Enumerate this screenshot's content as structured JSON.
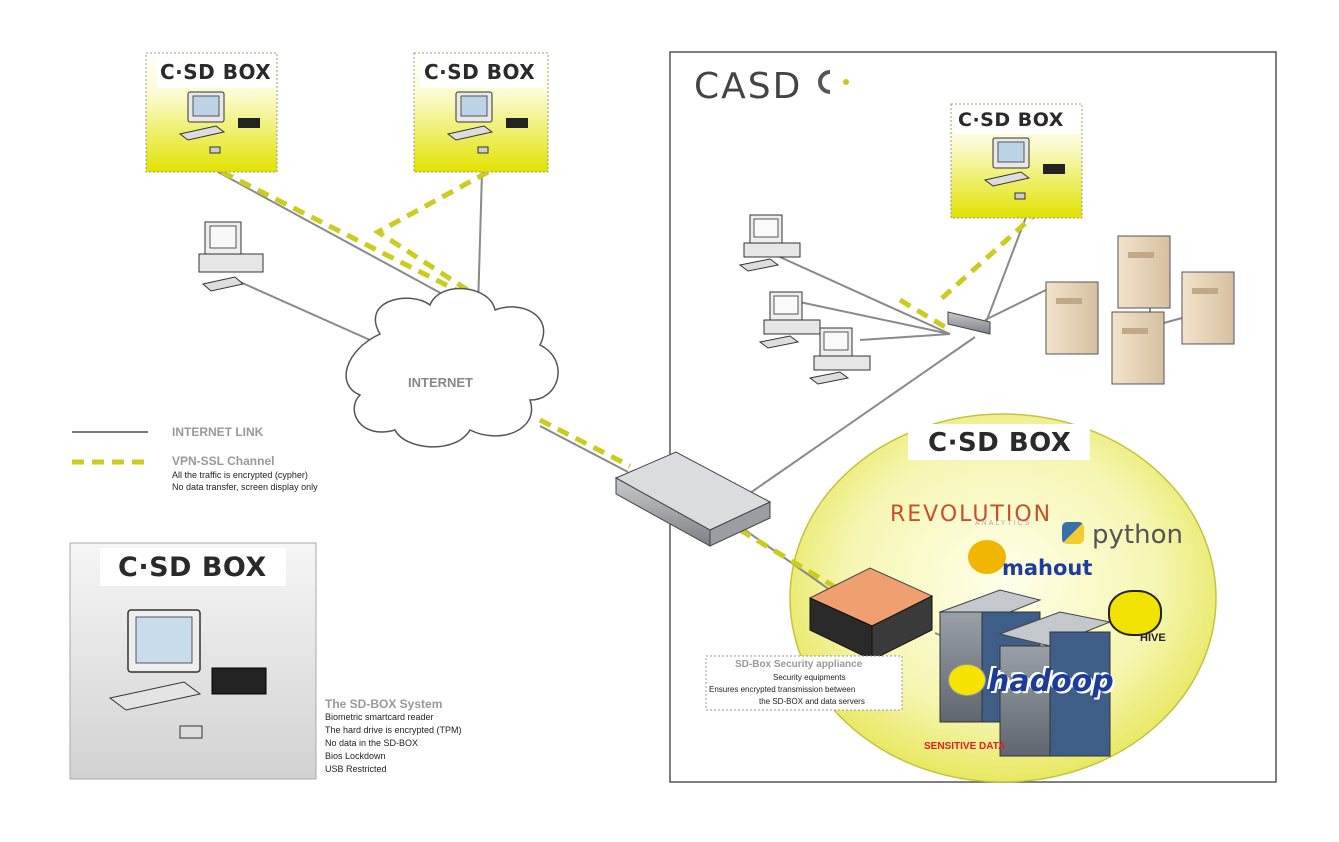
{
  "boxes": {
    "top_left_logo": "C·SD BOX",
    "top_right_logo": "C·SD BOX",
    "casd_logo": "C·SD BOX",
    "legend_logo": "C·SD BOX",
    "sensitive_logo": "C·SD BOX"
  },
  "casd": {
    "title": "CASD"
  },
  "cloud": {
    "label": "INTERNET"
  },
  "legend": {
    "internet_link": "INTERNET LINK",
    "vpn_title": "VPN-SSL Channel",
    "vpn_line1": "All the traffic is encrypted (cypher)",
    "vpn_line2": "No data transfer, screen display only"
  },
  "system": {
    "title": "The SD-BOX System",
    "items": [
      "Biometric smartcard reader",
      "The hard drive is encrypted (TPM)",
      "No data in the SD-BOX",
      "Bios Lockdown",
      "USB Restricted"
    ]
  },
  "appliance": {
    "title": "SD-Box Security appliance",
    "line1": "Security equipments",
    "line2": "Ensures encrypted transmission between",
    "line3": "the SD-BOX and data servers"
  },
  "sensitive": {
    "label": "SENSITIVE DATA"
  },
  "tools": {
    "revolution": "REVOLUTION",
    "revolution_sub": "ANALYTICS",
    "python": "python",
    "mahout": "mahout",
    "hive": "HIVE",
    "hadoop": "hadoop"
  },
  "colors": {
    "vpn": "#c8c81e",
    "link": "#7a7a7a",
    "yellow": "#e6e600",
    "sensitive_red": "#e02020"
  }
}
